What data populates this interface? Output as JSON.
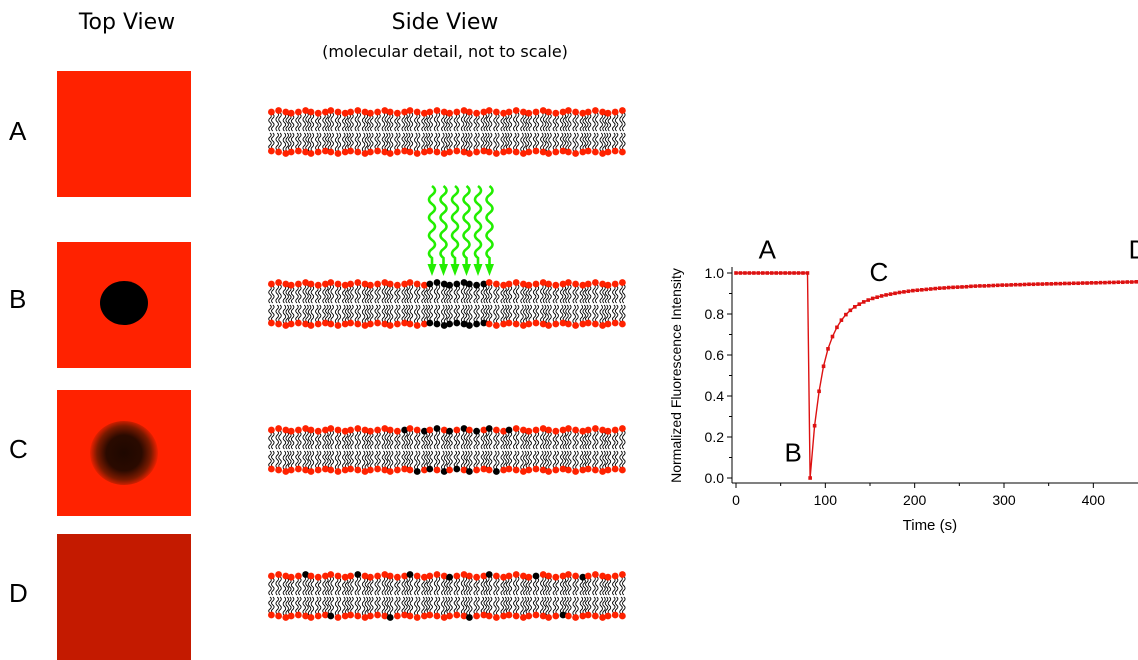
{
  "headers": {
    "top_view": "Top View",
    "side_view": "Side View",
    "side_view_note": "(molecular detail, not to scale)"
  },
  "rows": [
    {
      "label": "A",
      "top_color": "#ff2200",
      "dark_heads": 0
    },
    {
      "label": "B",
      "top_color": "#ff2200",
      "dark_heads": 9
    },
    {
      "label": "C",
      "top_color": "#ff2200",
      "dark_heads": 9
    },
    {
      "label": "D",
      "top_color": "#c41a00",
      "dark_heads": 9
    }
  ],
  "colors": {
    "lipid_head": "#ff2200",
    "bleached_head": "#000000",
    "laser": "#22ee00",
    "curve": "#dd1111"
  },
  "chart_data": {
    "type": "line",
    "xlabel": "Time (s)",
    "ylabel": "Normalized Fluorescence Intensity",
    "xlim": [
      0,
      450
    ],
    "ylim": [
      0,
      1.0
    ],
    "xticks": [
      "0",
      "100",
      "200",
      "300",
      "400"
    ],
    "yticks": [
      "0.0",
      "0.2",
      "0.4",
      "0.6",
      "0.8",
      "1.0"
    ],
    "annotations": [
      {
        "text": "A",
        "x": 35,
        "y": 1.07
      },
      {
        "text": "B",
        "x": 64,
        "y": 0.08
      },
      {
        "text": "C",
        "x": 160,
        "y": 0.96
      },
      {
        "text": "D",
        "x": 450,
        "y": 1.07
      }
    ],
    "series": [
      {
        "x": [
          0,
          5,
          10,
          15,
          20,
          25,
          30,
          35,
          40,
          45,
          50,
          55,
          60,
          65,
          70,
          75,
          80,
          83,
          88,
          93,
          98,
          103,
          108,
          113,
          118,
          123,
          128,
          133,
          138,
          143,
          148,
          153,
          158,
          163,
          168,
          173,
          178,
          183,
          188,
          193,
          198,
          203,
          208,
          213,
          218,
          223,
          228,
          233,
          238,
          243,
          248,
          253,
          258,
          263,
          268,
          273,
          278,
          283,
          288,
          293,
          298,
          303,
          308,
          313,
          318,
          323,
          328,
          333,
          338,
          343,
          348,
          353,
          358,
          363,
          368,
          373,
          378,
          383,
          388,
          393,
          398,
          403,
          408,
          413,
          418,
          423,
          428,
          433,
          438,
          443,
          448
        ],
        "values": [
          1.0,
          1.0,
          1.0,
          1.0,
          1.0,
          1.0,
          1.0,
          1.0,
          1.0,
          1.0,
          1.0,
          1.0,
          1.0,
          1.0,
          1.0,
          1.0,
          1.0,
          0.0,
          0.255,
          0.423,
          0.545,
          0.63,
          0.69,
          0.735,
          0.77,
          0.797,
          0.818,
          0.835,
          0.848,
          0.859,
          0.868,
          0.876,
          0.882,
          0.888,
          0.893,
          0.897,
          0.901,
          0.905,
          0.908,
          0.911,
          0.914,
          0.916,
          0.918,
          0.92,
          0.922,
          0.924,
          0.926,
          0.927,
          0.929,
          0.93,
          0.931,
          0.932,
          0.933,
          0.935,
          0.936,
          0.937,
          0.937,
          0.938,
          0.939,
          0.94,
          0.941,
          0.941,
          0.942,
          0.943,
          0.943,
          0.944,
          0.945,
          0.945,
          0.946,
          0.946,
          0.947,
          0.947,
          0.948,
          0.948,
          0.949,
          0.949,
          0.95,
          0.95,
          0.951,
          0.951,
          0.952,
          0.952,
          0.953,
          0.953,
          0.954,
          0.954,
          0.955,
          0.955,
          0.956,
          0.956,
          0.957
        ]
      }
    ]
  }
}
